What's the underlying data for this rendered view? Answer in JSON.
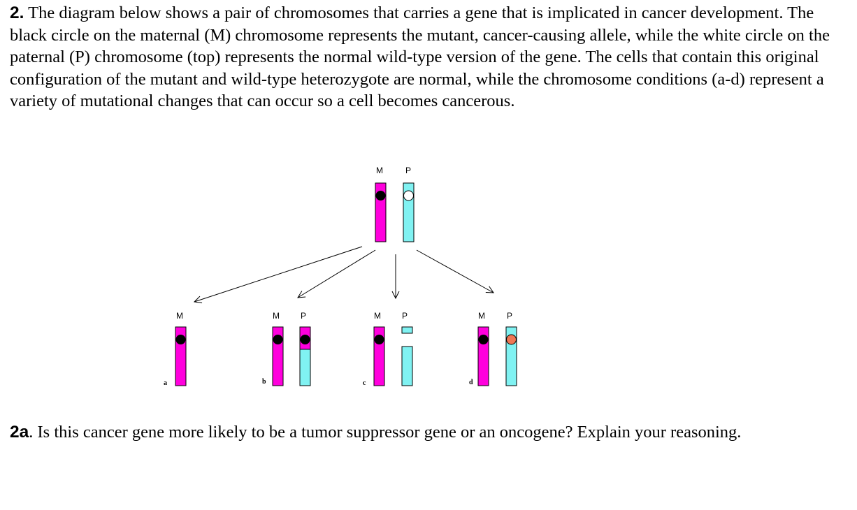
{
  "question": {
    "number": "2.",
    "text": " The diagram below shows a pair of chromosomes that carries a gene that is implicated in cancer development. The black circle on the maternal (M) chromosome represents the mutant, cancer-causing allele, while the white circle on the paternal (P) chromosome (top) represents the normal wild-type version of the gene. The cells that contain this original configuration of the mutant and wild-type heterozygote are normal, while the chromosome conditions (a-d) represent a variety of mutational changes that can occur so a cell becomes cancerous."
  },
  "diagram": {
    "colors": {
      "maternal": "#ff00dd",
      "paternal": "#80f2f2",
      "mutant_allele": "#000000",
      "wildtype_allele": "#ffffff",
      "altered_allele": "#ee7755"
    },
    "top": {
      "maternal_label": "M",
      "paternal_label": "P"
    },
    "panels": [
      {
        "id": "a",
        "sublabel": "a",
        "maternal_label": "M",
        "paternal_label": ""
      },
      {
        "id": "b",
        "sublabel": "b",
        "maternal_label": "M",
        "paternal_label": "P"
      },
      {
        "id": "c",
        "sublabel": "c",
        "maternal_label": "M",
        "paternal_label": "P"
      },
      {
        "id": "d",
        "sublabel": "d",
        "maternal_label": "M",
        "paternal_label": "P"
      }
    ]
  },
  "question_2a": {
    "number": "2a",
    "text": ". Is this cancer gene more likely to be a tumor suppressor gene or an oncogene? Explain your reasoning."
  }
}
